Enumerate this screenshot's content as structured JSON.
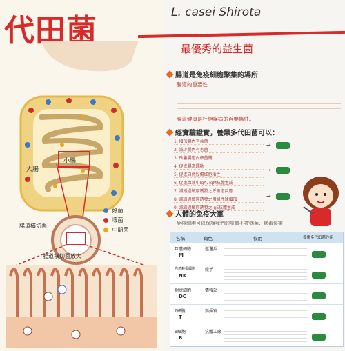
{
  "header": {
    "title": "代田菌",
    "subtitle_en": "L. casei Shirota",
    "subtitle_zh": "最優秀的益生菌"
  },
  "sections": {
    "immune": {
      "title": "腸道是免疫細胞聚集的場所",
      "subheading": "腸道的重要性",
      "callout": "腸道健康是杜絕疾病的首要條件。"
    },
    "functions": {
      "title": "經實驗證實，養樂多代田菌可以：",
      "items": [
        "1. 增加腸內有益菌",
        "2. 減少腸內有害菌",
        "3. 改善腸道內細菌叢",
        "4. 促進腸道蠕動",
        "5. 促進自然殺傷細胞活性",
        "6. 促進血液中IgA, IgM抗體生成",
        "7. 減緩過敏原誘發之呼吸道反應",
        "8. 減緩過敏原誘發之嗜酸性球增加",
        "9. 減緩過敏原誘發之IgE抗體生成"
      ]
    },
    "immunity": {
      "title": "人體的免疫大軍",
      "intro": "免疫細胞可以保護我們的身體不被病菌、病毒侵害",
      "table_headers": [
        "名稱",
        "角色",
        "作用",
        "養樂多代田菌作用"
      ],
      "table_rows": [
        {
          "name": "巨噬細胞",
          "role": "巡邏兵",
          "badge": "M"
        },
        {
          "name": "自然殺傷細胞",
          "role": "殺手",
          "badge": "NK"
        },
        {
          "name": "樹狀細胞",
          "role": "情報站",
          "badge": "DC"
        },
        {
          "name": "T細胞",
          "role": "指揮官",
          "badge": "T"
        },
        {
          "name": "B細胞",
          "role": "抗體工廠",
          "badge": "B"
        }
      ]
    }
  },
  "diagram": {
    "large_intestine": "大腸",
    "small_intestine": "小腸",
    "cross_section": "腸道橫切面",
    "enlarged": "腸道橫切面放大",
    "legend": [
      {
        "label": "好菌",
        "color": "#3a78c8"
      },
      {
        "label": "壞菌",
        "color": "#cc2e2e"
      },
      {
        "label": "中間菌",
        "color": "#e7a91f"
      }
    ]
  }
}
